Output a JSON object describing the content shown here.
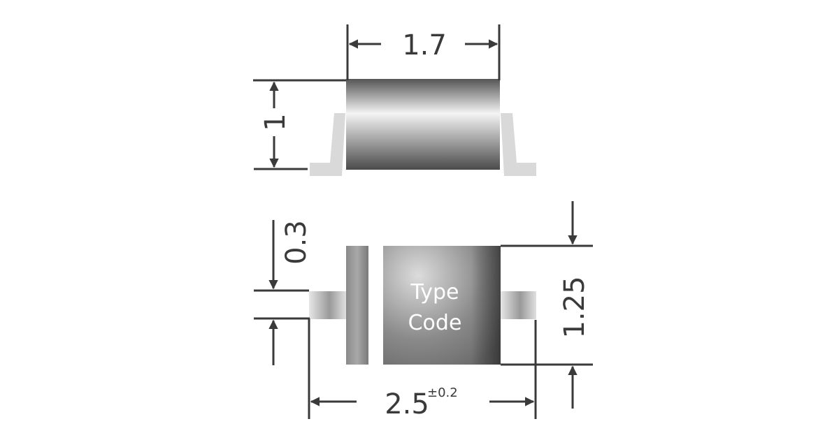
{
  "dimensions": {
    "top_width": "1.7",
    "top_height": "1",
    "lead_width": "0.3",
    "body_height": "1.25",
    "total_length": "2.5",
    "total_length_tolerance": "±0.2"
  },
  "marking": {
    "line1": "Type",
    "line2": "Code"
  },
  "colors": {
    "lines": "#3a3a3a",
    "leads": "#d9d9d9",
    "body_dark": "#555555",
    "body_light": "#f2f2f2"
  }
}
